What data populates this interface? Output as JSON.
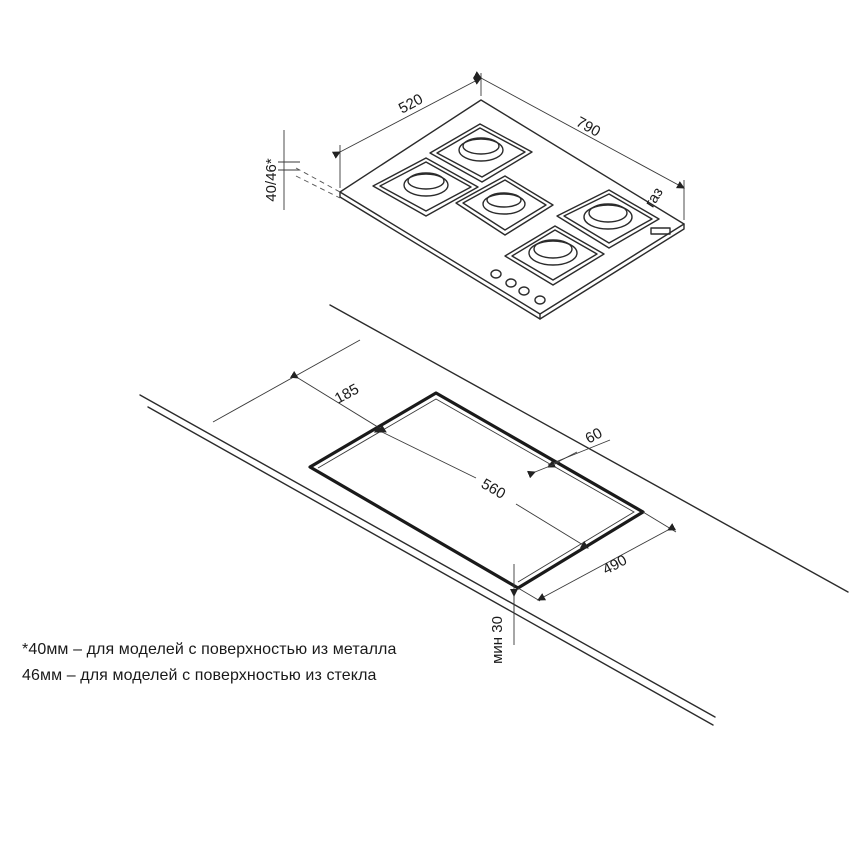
{
  "dimensions": {
    "hob_depth": "520",
    "hob_width": "790",
    "hob_height": "40/46*",
    "gas_label": "газ",
    "cutout_offset": "185",
    "cutout_gap": "60",
    "cutout_width": "560",
    "cutout_depth": "490",
    "min_clearance": "мин 30"
  },
  "notes": {
    "metal": "*40мм – для моделей с поверхностью из металла",
    "glass": "46мм – для моделей с поверхностью из стекла"
  }
}
